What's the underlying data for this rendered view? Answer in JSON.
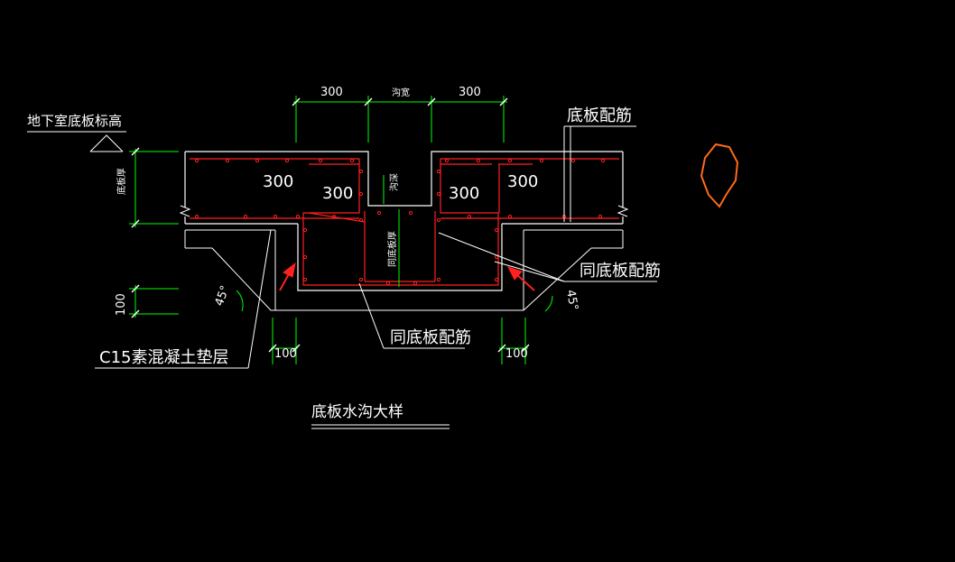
{
  "labels": {
    "basement_slab_elevation": "地下室底板标高",
    "slab_reinforcement": "底板配筋",
    "same_slab_reinf_right": "同底板配筋",
    "same_slab_reinf_bottom": "同底板配筋",
    "cushion_layer": "C15素混凝土垫层",
    "slab_thickness": "底板厚",
    "trench_depth": "沟深",
    "same_slab_thickness": "同底板厚",
    "title": "底板水沟大样"
  },
  "dimensions": {
    "top_left": "300",
    "trench_width": "沟宽",
    "top_right": "300",
    "inner_1": "300",
    "inner_2": "300",
    "inner_3": "300",
    "inner_4": "300",
    "cushion_thickness": "100",
    "bottom_left": "100",
    "bottom_right": "100",
    "angle_left": "45°",
    "angle_right": "45°"
  },
  "colors": {
    "background": "#000000",
    "outline": "#ffffff",
    "dimension": "#00ff00",
    "rebar": "#ff2020",
    "annotation_shape": "#ff6a1a"
  }
}
